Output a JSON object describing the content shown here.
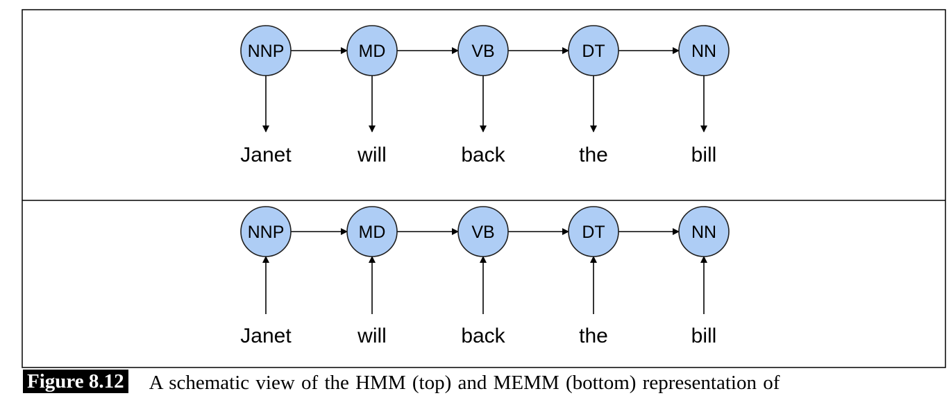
{
  "colors": {
    "node_fill": "#aecdf5",
    "node_stroke": "#1f1f1f",
    "edge": "#000000",
    "frame": "#000000"
  },
  "panels": [
    {
      "name": "hmm",
      "edge_direction": "tag-to-word",
      "tags": [
        "NNP",
        "MD",
        "VB",
        "DT",
        "NN"
      ],
      "words": [
        "Janet",
        "will",
        "back",
        "the",
        "bill"
      ]
    },
    {
      "name": "memm",
      "edge_direction": "word-to-tag",
      "tags": [
        "NNP",
        "MD",
        "VB",
        "DT",
        "NN"
      ],
      "words": [
        "Janet",
        "will",
        "back",
        "the",
        "bill"
      ]
    }
  ],
  "caption": {
    "label": "Figure 8.12",
    "text": "A schematic view of the HMM (top) and MEMM (bottom) representation of"
  }
}
